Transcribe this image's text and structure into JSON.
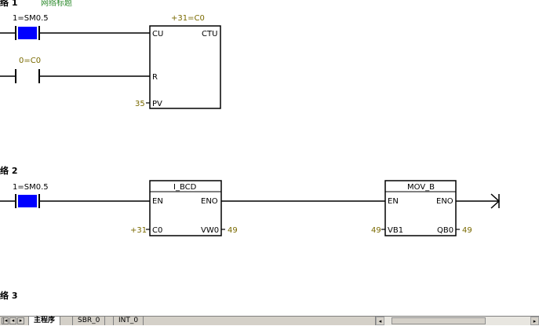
{
  "networks": [
    {
      "title": "络 1",
      "comment": "网络标题",
      "contacts": [
        {
          "address_label": "1=SM0.5"
        },
        {
          "address_label": "0=C0"
        }
      ],
      "box": {
        "name": "CTU",
        "top_label": "+31=C0",
        "pin_cu": "CU",
        "pin_r": "R",
        "pin_pv": "PV",
        "pv_value": "35"
      }
    },
    {
      "title": "络 2",
      "contact": {
        "address_label": "1=SM0.5"
      },
      "box1": {
        "name": "I_BCD",
        "pin_en": "EN",
        "pin_eno": "ENO",
        "pin_in": "C0",
        "pin_out": "VW0",
        "in_value": "+31",
        "out_value": "49"
      },
      "box2": {
        "name": "MOV_B",
        "pin_en": "EN",
        "pin_eno": "ENO",
        "pin_in": "VB1",
        "pin_out": "QB0",
        "in_value": "49",
        "out_value": "49"
      }
    },
    {
      "title": "络 3"
    }
  ],
  "tabs": [
    {
      "label": "主程序",
      "active": true
    },
    {
      "label": "SBR_0",
      "active": false
    },
    {
      "label": "INT_0",
      "active": false
    }
  ],
  "colors": {
    "contact_on_fill": "#0000ff",
    "value_text": "#7a6a00",
    "comment_text": "#2e8b2e"
  }
}
